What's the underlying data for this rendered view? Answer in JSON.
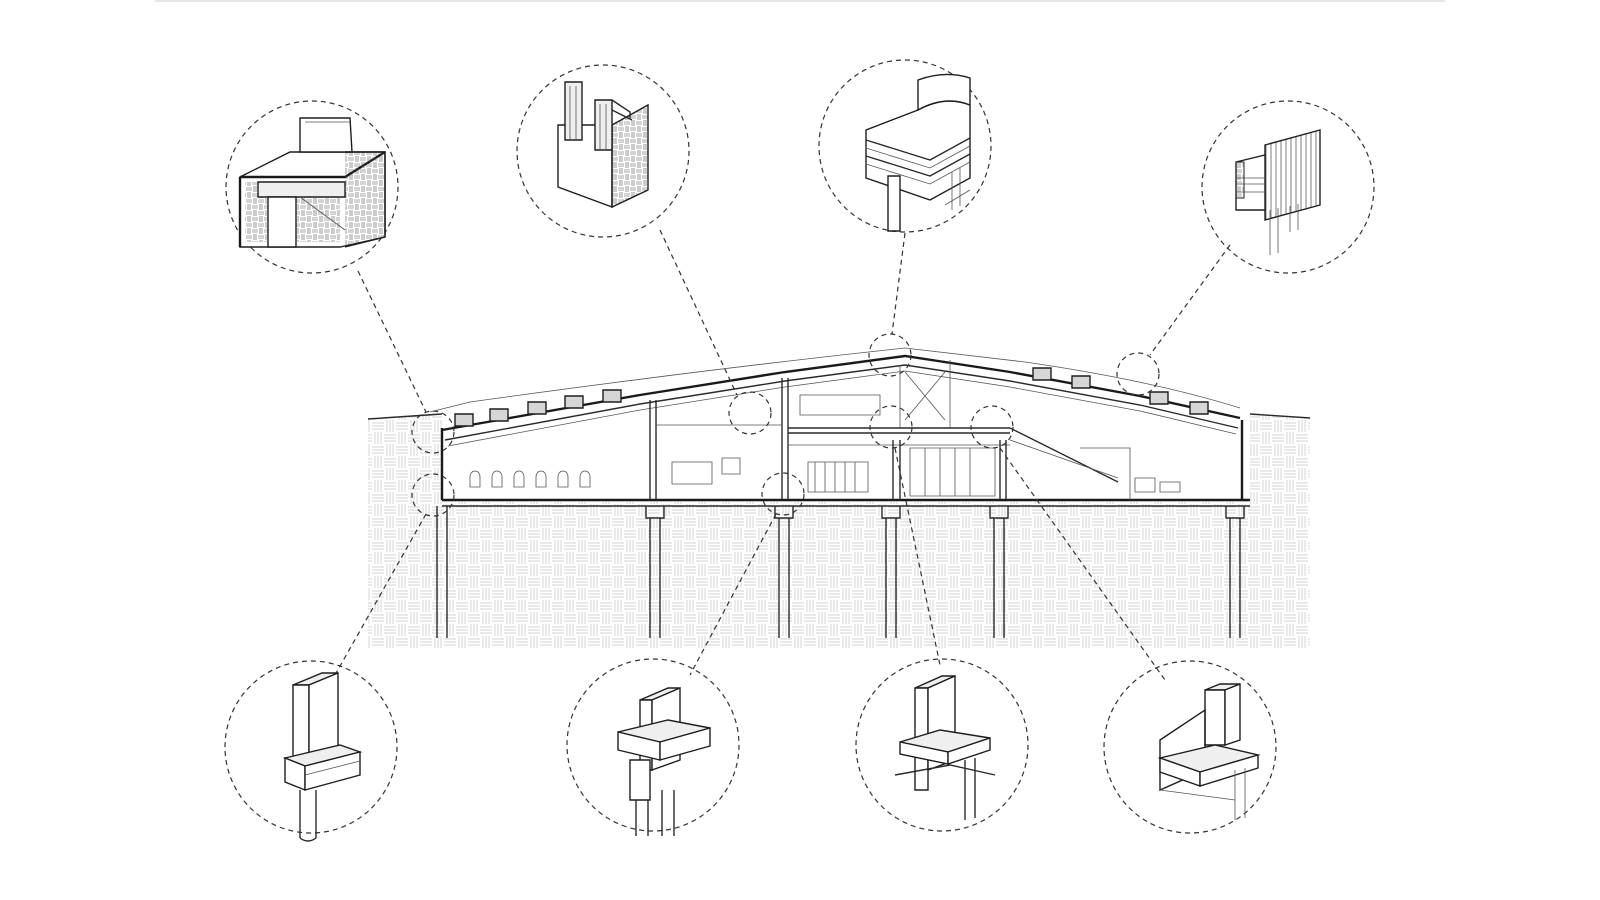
{
  "diagram": {
    "kind": "architectural-section-with-detail-callouts",
    "colors": {
      "line": "#2a2a2a",
      "hatch": "#bdbdbd",
      "paper": "#ffffff"
    },
    "callouts_top": [
      {
        "id": "detail-eave-left"
      },
      {
        "id": "detail-skylight-wall"
      },
      {
        "id": "detail-ridge"
      },
      {
        "id": "detail-roof-panel-right"
      }
    ],
    "callouts_bottom": [
      {
        "id": "detail-foundation-left"
      },
      {
        "id": "detail-foundation-middle"
      },
      {
        "id": "detail-floor-slab-junction"
      },
      {
        "id": "detail-stair-landing"
      }
    ]
  }
}
